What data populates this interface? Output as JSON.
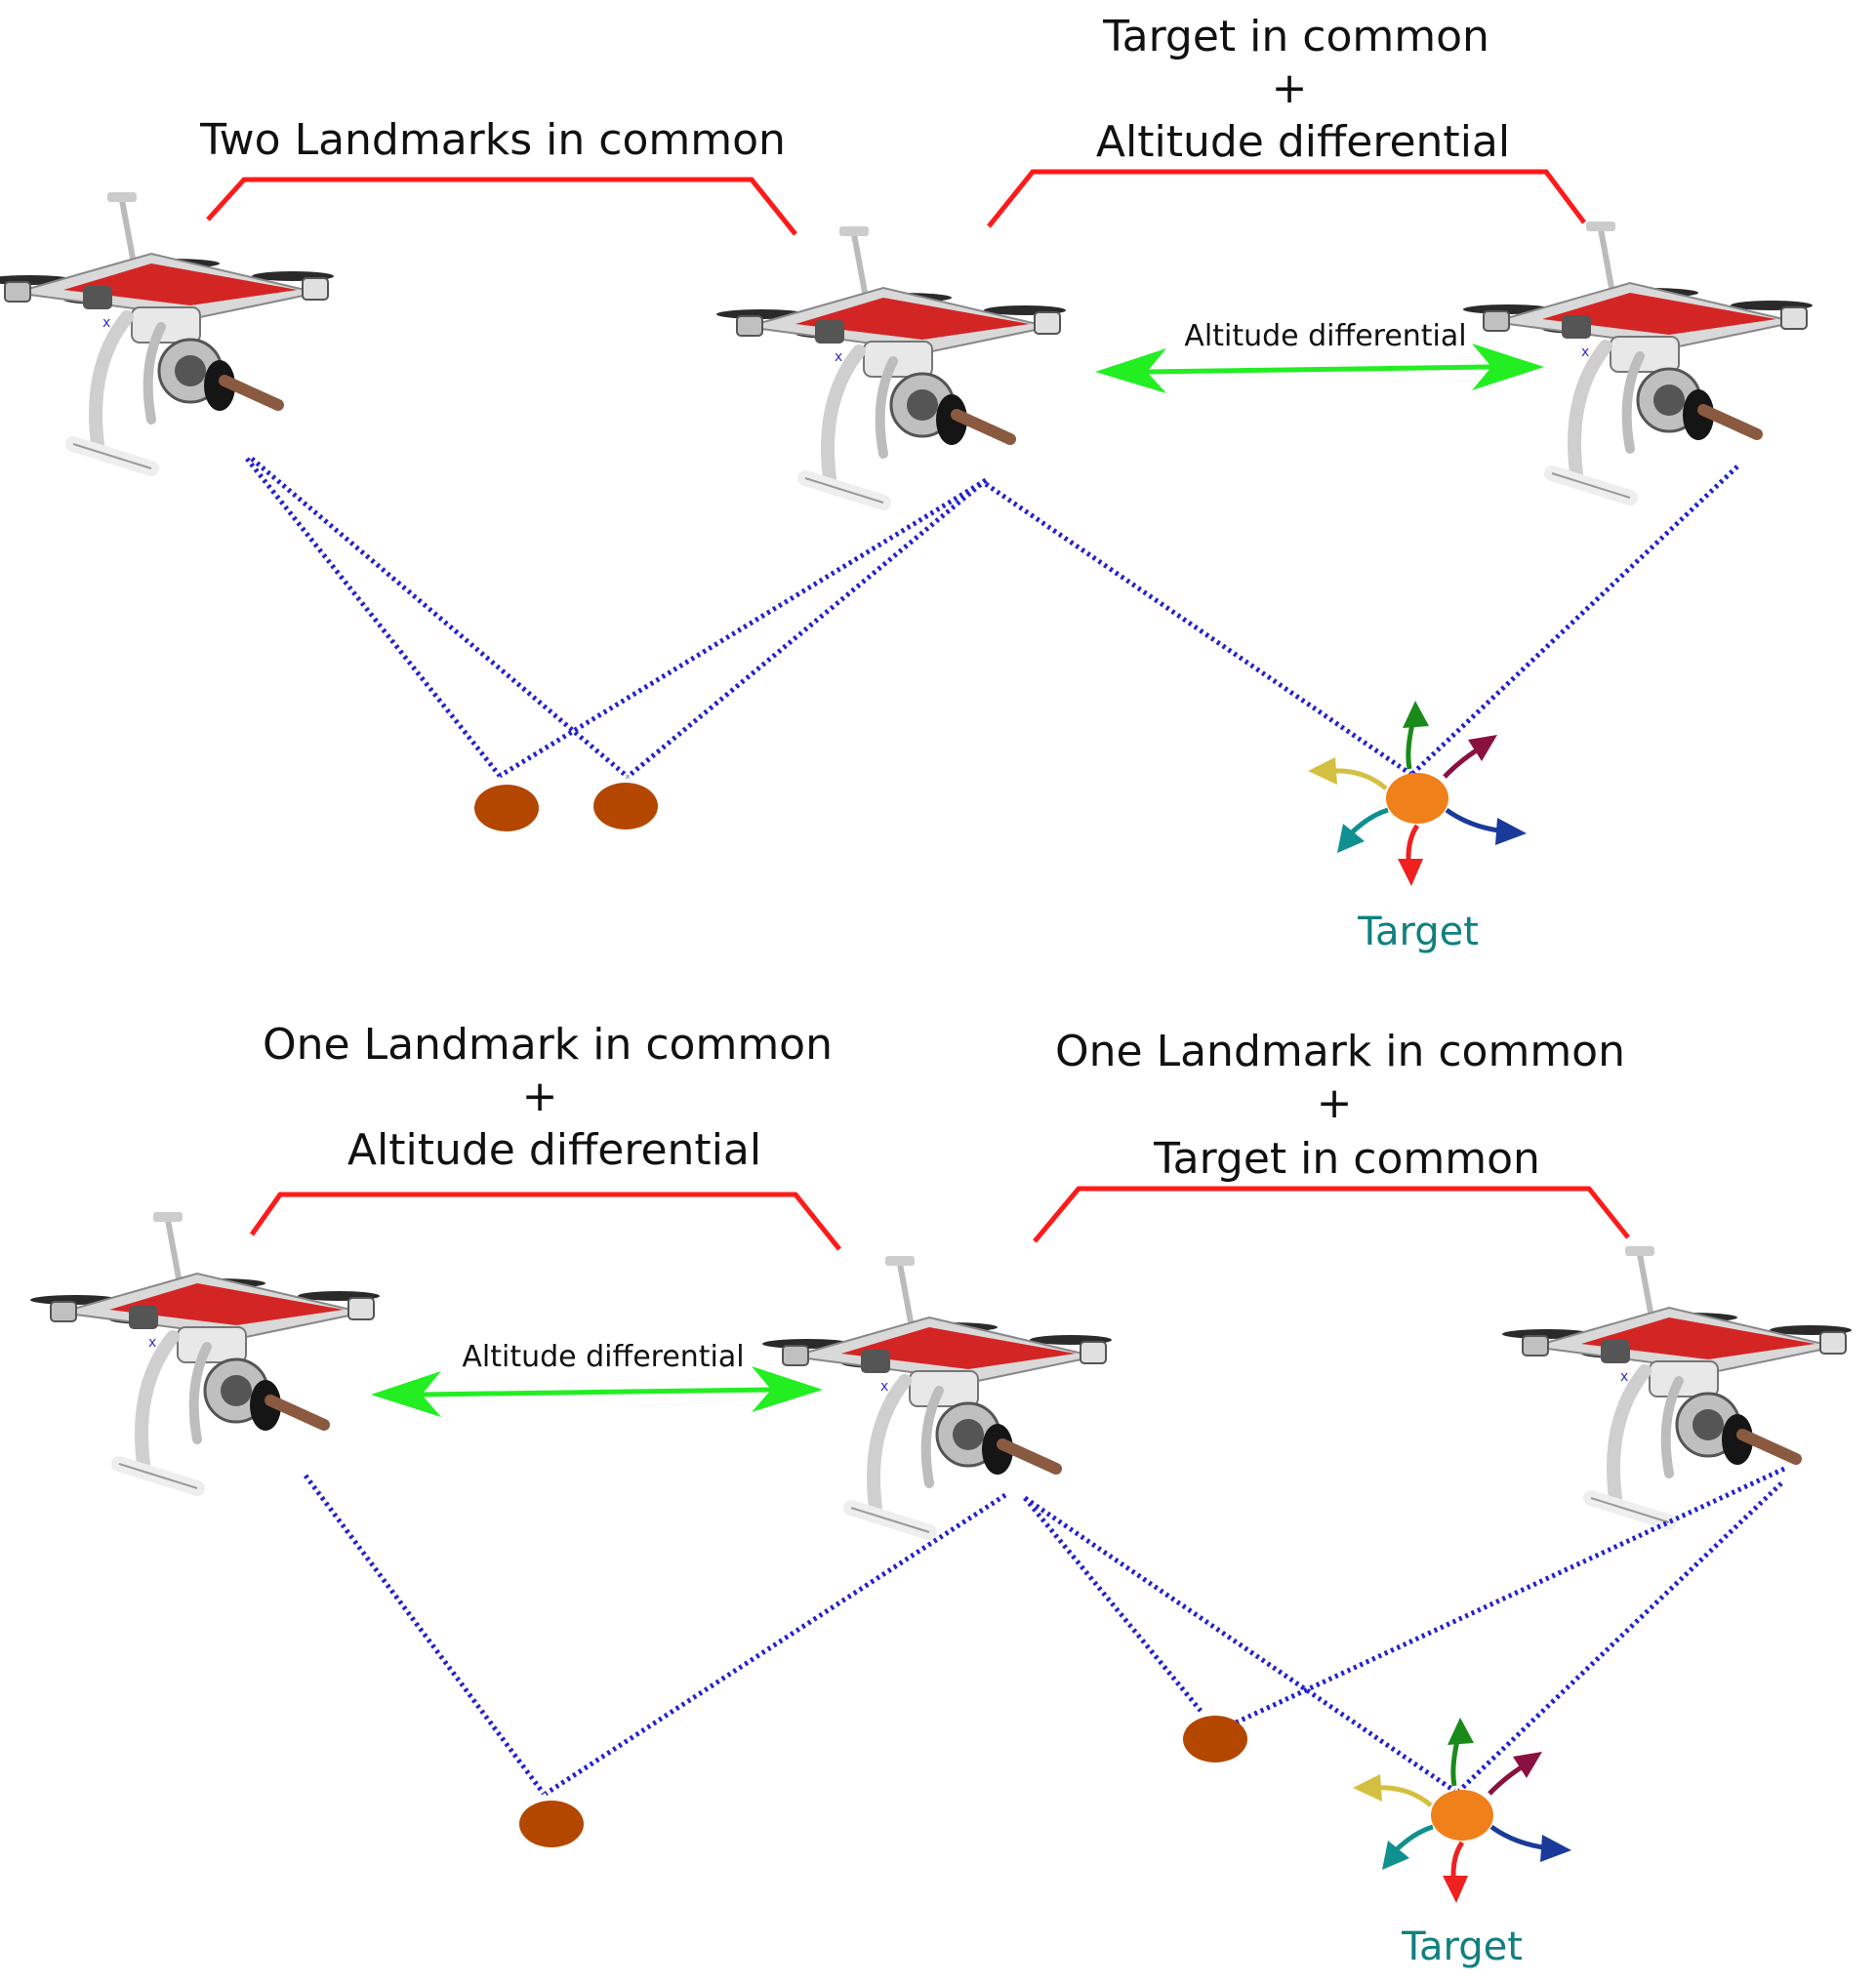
{
  "colors": {
    "bracket": "#ff1a1a",
    "sightline": "#2222cc",
    "landmark": "#b34700",
    "target": "#f0801a",
    "target_label": "#108080",
    "altitude_arrow": "#22ee22"
  },
  "panels": {
    "top_left": {
      "caption_lines": [
        "Two Landmarks in common"
      ]
    },
    "top_right": {
      "caption_lines": [
        "Target in common",
        "+",
        "Altitude differential"
      ],
      "altitude_label": "Altitude differential",
      "target_label": "Target"
    },
    "bottom_left": {
      "caption_lines": [
        "One Landmark in common",
        "+",
        "Altitude differential"
      ],
      "altitude_label": "Altitude differential"
    },
    "bottom_right": {
      "caption_lines": [
        "One Landmark in common",
        "+",
        "Target in common"
      ],
      "target_label": "Target"
    }
  },
  "target_arrows": [
    {
      "direction": "up",
      "color": "#1a8a1a"
    },
    {
      "direction": "up-right",
      "color": "#8a1040"
    },
    {
      "direction": "right",
      "color": "#1a3a9a"
    },
    {
      "direction": "down",
      "color": "#ee2020"
    },
    {
      "direction": "down-left",
      "color": "#109090"
    },
    {
      "direction": "left",
      "color": "#d4c040"
    }
  ],
  "icons": {
    "drone": "quadcopter-drone-icon"
  }
}
